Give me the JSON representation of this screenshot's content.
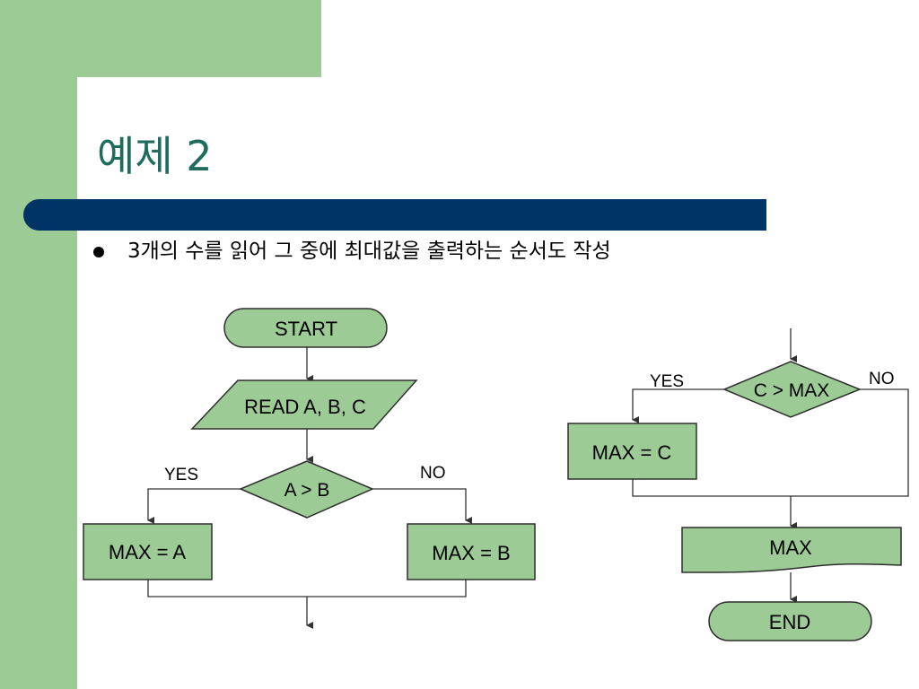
{
  "slide": {
    "title": "예제 2",
    "bullet_text": "3개의 수를 읽어 그 중에 최대값을 출력하는 순서도 작성"
  },
  "flowchart": {
    "start": "START",
    "read": "READ A, B, C",
    "decision1": "A > B",
    "yes_label_1": "YES",
    "no_label_1": "NO",
    "assign_a": "MAX = A",
    "assign_b": "MAX = B",
    "decision2": "C > MAX",
    "yes_label_2": "YES",
    "no_label_2": "NO",
    "assign_c": "MAX = C",
    "output": "MAX",
    "end": "END"
  },
  "colors": {
    "green": "#9ccb95",
    "navy": "#003366",
    "title": "#1f6b5c",
    "shape_fill": "#9ccb95",
    "line": "#4a4a4a"
  }
}
